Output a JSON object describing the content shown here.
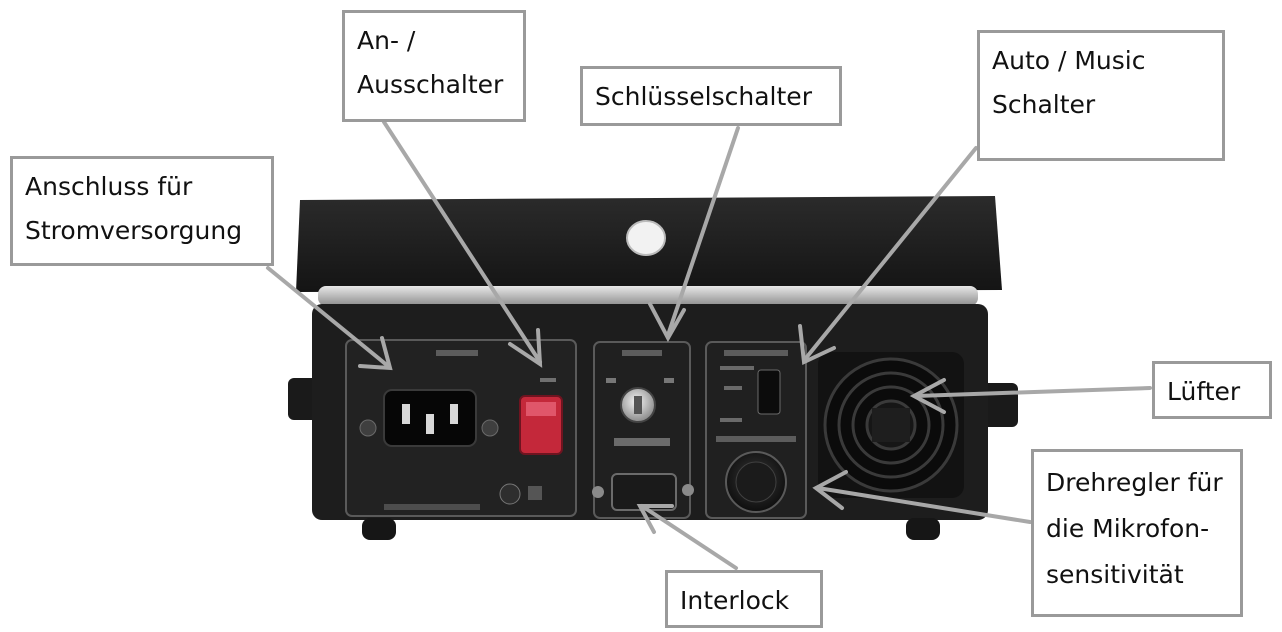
{
  "labels": {
    "power_connector": [
      "Anschluss für",
      "Stromversorgung"
    ],
    "on_off_switch": [
      "An- /",
      "Ausschalter"
    ],
    "key_switch": [
      "Schlüsselschalter"
    ],
    "auto_music_switch": [
      "Auto / Music",
      "Schalter"
    ],
    "fan": [
      "Lüfter"
    ],
    "mic_sensitivity_knob": [
      "Drehregler für",
      "die Mikrofon-",
      "sensitivität"
    ],
    "interlock": [
      "Interlock"
    ]
  },
  "colors": {
    "callout_border": "#9a9a9a",
    "leader_line": "#a8a8a8",
    "device_body": "#1c1c1c",
    "switch_red": "#c4283a"
  }
}
